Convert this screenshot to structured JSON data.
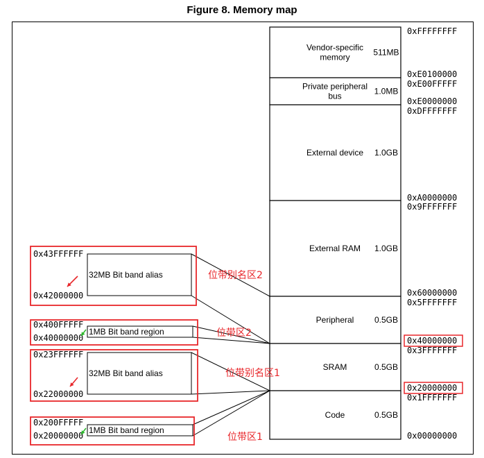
{
  "title": "Figure 8. Memory map",
  "colors": {
    "line": "#000000",
    "highlight": "#e8262a",
    "annotation": "#e8262a",
    "arrow_red": "#e8262a",
    "arrow_green": "#2eb82e"
  },
  "regions": [
    {
      "name": "Vendor-specific memory",
      "label": [
        "Vendor-specific",
        "memory"
      ],
      "size": "511MB"
    },
    {
      "name": "Private peripheral bus",
      "label": [
        "Private peripheral",
        "bus"
      ],
      "size": "1.0MB"
    },
    {
      "name": "External device",
      "label": [
        "External device"
      ],
      "size": "1.0GB"
    },
    {
      "name": "External RAM",
      "label": [
        "External RAM"
      ],
      "size": "1.0GB"
    },
    {
      "name": "Peripheral",
      "label": [
        "Peripheral"
      ],
      "size": "0.5GB"
    },
    {
      "name": "SRAM",
      "label": [
        "SRAM"
      ],
      "size": "0.5GB"
    },
    {
      "name": "Code",
      "label": [
        "Code"
      ],
      "size": "0.5GB"
    }
  ],
  "addresses": [
    {
      "text": "0xFFFFFFFF",
      "highlight": false
    },
    {
      "text": "0xE0100000",
      "highlight": false
    },
    {
      "text": "0xE00FFFFF",
      "highlight": false
    },
    {
      "text": "0xE0000000",
      "highlight": false
    },
    {
      "text": "0xDFFFFFFF",
      "highlight": false
    },
    {
      "text": "0xA0000000",
      "highlight": false
    },
    {
      "text": "0x9FFFFFFF",
      "highlight": false
    },
    {
      "text": "0x60000000",
      "highlight": false
    },
    {
      "text": "0x5FFFFFFF",
      "highlight": false
    },
    {
      "text": "0x40000000",
      "highlight": true
    },
    {
      "text": "0x3FFFFFFF",
      "highlight": false
    },
    {
      "text": "0x20000000",
      "highlight": true
    },
    {
      "text": "0x1FFFFFFF",
      "highlight": false
    },
    {
      "text": "0x00000000",
      "highlight": false
    }
  ],
  "bitband": [
    {
      "name": "peripheral-alias",
      "top": "0x43FFFFFF",
      "bottom": "0x42000000",
      "label": "32MB  Bit band alias",
      "annotation": "位带别名区2",
      "arrow": "red"
    },
    {
      "name": "peripheral-region",
      "top": "0x400FFFFF",
      "bottom": "0x40000000",
      "label": "1MB    Bit band region",
      "annotation": "位带区2",
      "arrow": "green"
    },
    {
      "name": "sram-alias",
      "top": "0x23FFFFFF",
      "bottom": "0x22000000",
      "label": "32MB  Bit band alias",
      "annotation": "位带别名区1",
      "arrow": "red"
    },
    {
      "name": "sram-region",
      "top": "0x200FFFFF",
      "bottom": "0x20000000",
      "label": "1MB    Bit band region",
      "annotation": "位带区1",
      "arrow": "green"
    }
  ]
}
